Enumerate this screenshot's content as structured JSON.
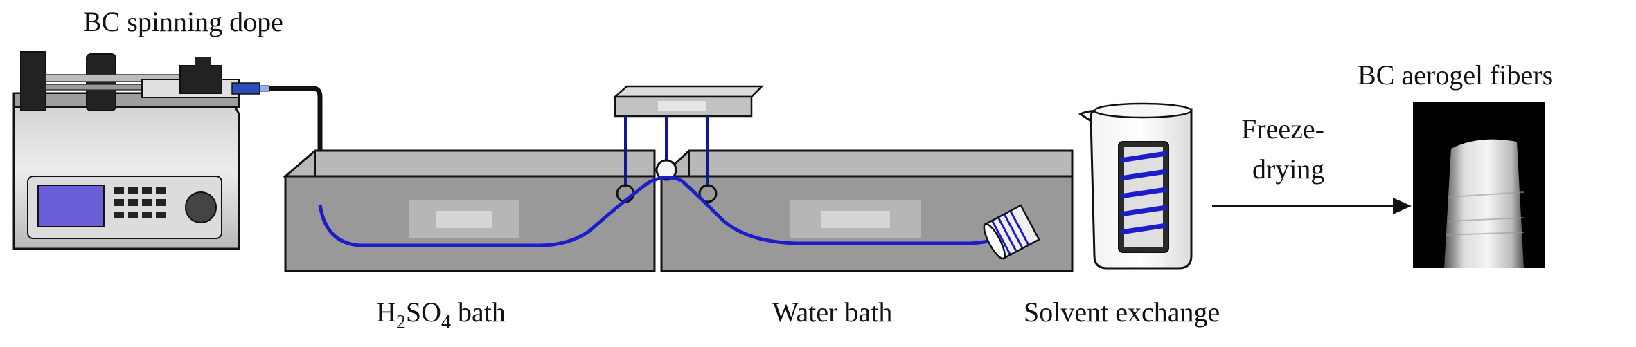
{
  "labels": {
    "dope": "BC spinning dope",
    "acid_bath_main": "H",
    "acid_bath_sub1": "2",
    "acid_bath_mid": "SO",
    "acid_bath_sub2": "4",
    "acid_bath_tail": " bath",
    "water_bath": "Water bath",
    "solvent_exchange": "Solvent exchange",
    "freeze_line1": "Freeze-",
    "freeze_line2": "drying",
    "product": "BC aerogel fibers"
  },
  "colors": {
    "fiber": "#1c1cc8",
    "bath_top": "#aaaaaa",
    "bath_front": "#9a9a9a",
    "outline": "#111111",
    "pump_screen": "#6a5fd6"
  }
}
